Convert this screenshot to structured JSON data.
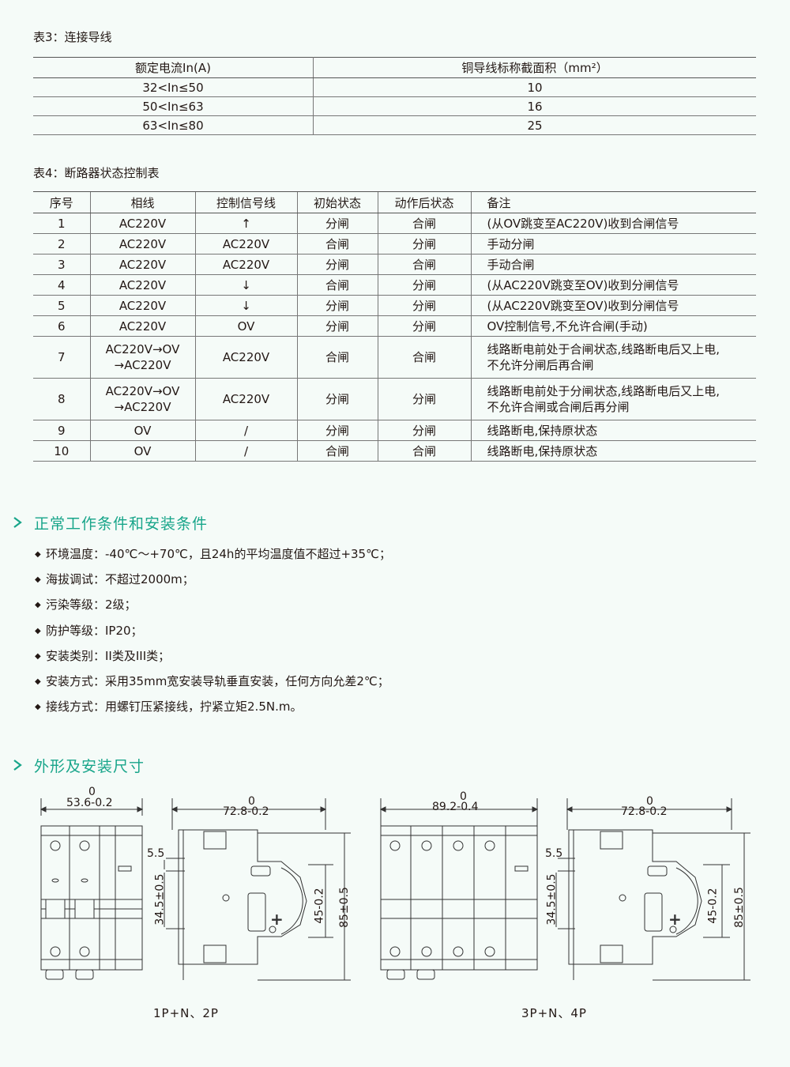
{
  "table3": {
    "caption": "表3：连接导线",
    "headers": [
      "额定电流In(A)",
      "铜导线标称截面积（mm²）"
    ],
    "rows": [
      [
        "32<In≤50",
        "10"
      ],
      [
        "50<In≤63",
        "16"
      ],
      [
        "63<In≤80",
        "25"
      ]
    ]
  },
  "table4": {
    "caption": "表4：断路器状态控制表",
    "headers": [
      "序号",
      "相线",
      "控制信号线",
      "初始状态",
      "动作后状态",
      "备注"
    ],
    "rows": [
      [
        "1",
        "AC220V",
        "↑",
        "分闸",
        "合闸",
        "(从OV跳变至AC220V)收到合闸信号"
      ],
      [
        "2",
        "AC220V",
        "AC220V",
        "合闸",
        "分闸",
        "手动分闸"
      ],
      [
        "3",
        "AC220V",
        "AC220V",
        "分闸",
        "合闸",
        "手动合闸"
      ],
      [
        "4",
        "AC220V",
        "↓",
        "合闸",
        "分闸",
        "(从AC220V跳变至OV)收到分闸信号"
      ],
      [
        "5",
        "AC220V",
        "↓",
        "分闸",
        "分闸",
        "(从AC220V跳变至OV)收到分闸信号"
      ],
      [
        "6",
        "AC220V",
        "OV",
        "分闸",
        "分闸",
        "OV控制信号,不允许合闸(手动)"
      ],
      [
        "7",
        "AC220V→OV\n→AC220V",
        "AC220V",
        "合闸",
        "合闸",
        "线路断电前处于合闸状态,线路断电后又上电,\n不允许分闸后再合闸"
      ],
      [
        "8",
        "AC220V→OV\n→AC220V",
        "AC220V",
        "分闸",
        "分闸",
        "线路断电前处于分闸状态,线路断电后又上电,\n不允许合闸或合闸后再分闸"
      ],
      [
        "9",
        "OV",
        "/",
        "分闸",
        "分闸",
        "线路断电,保持原状态"
      ],
      [
        "10",
        "OV",
        "/",
        "合闸",
        "合闸",
        "线路断电,保持原状态"
      ]
    ]
  },
  "section_conditions": {
    "title": "正常工作条件和安装条件",
    "items": [
      "环境温度：-40℃～+70℃，且24h的平均温度值不超过+35℃；",
      "海拔调试：不超过2000m；",
      "污染等级：2级；",
      "防护等级：IP20；",
      "安装类别：II类及III类；",
      "安装方式：采用35mm宽安装导轨垂直安装，任何方向允差2℃；",
      "接线方式：用螺钉压紧接线，拧紧立矩2.5N.m。"
    ]
  },
  "section_dimensions": {
    "title": "外形及安装尺寸",
    "left_group": {
      "caption": "1P+N、2P",
      "front_width": "53.6-0.2",
      "side_width": "72.8-0.2",
      "tol_zero": "0",
      "dim_a": "5.5",
      "dim_b": "34.5±0.5",
      "dim_c": "45-0.2",
      "dim_d": "85±0.5"
    },
    "right_group": {
      "caption": "3P+N、4P",
      "front_width": "89.2-0.4",
      "side_width": "72.8-0.2",
      "tol_zero": "0",
      "dim_a": "5.5",
      "dim_b": "34.5±0.5",
      "dim_c": "45-0.2",
      "dim_d": "85±0.5"
    }
  },
  "colors": {
    "background": "#f5fbf8",
    "accent": "#18a58a",
    "text": "#231815"
  }
}
